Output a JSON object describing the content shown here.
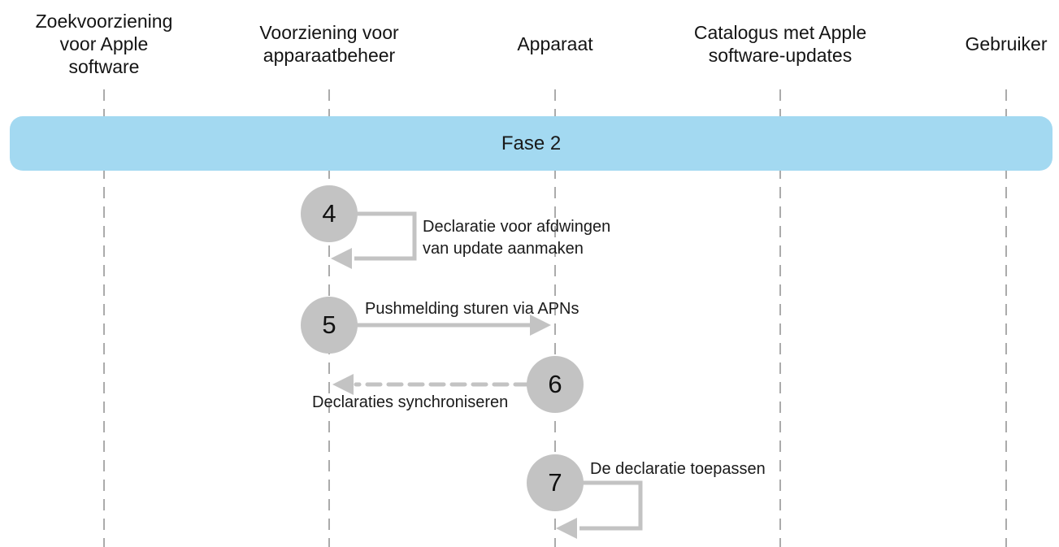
{
  "diagram": {
    "actors": [
      {
        "label": "Zoekvoorziening\nvoor Apple\nsoftware"
      },
      {
        "label": "Voorziening voor\napparaatbeheer"
      },
      {
        "label": "Apparaat"
      },
      {
        "label": "Catalogus met Apple\nsoftware-updates"
      },
      {
        "label": "Gebruiker"
      }
    ],
    "phase": {
      "label": "Fase 2"
    },
    "steps": [
      {
        "number": "4",
        "label": "Declaratie voor afdwingen\nvan update aanmaken",
        "arrow": "self-loop",
        "actor": "Voorziening voor apparaatbeheer"
      },
      {
        "number": "5",
        "label": "Pushmelding sturen via APNs",
        "arrow": "solid-right",
        "from": "Voorziening voor apparaatbeheer",
        "to": "Apparaat"
      },
      {
        "number": "6",
        "label": "Declaraties synchroniseren",
        "arrow": "dashed-left",
        "from": "Apparaat",
        "to": "Voorziening voor apparaatbeheer"
      },
      {
        "number": "7",
        "label": "De declaratie toepassen",
        "arrow": "self-loop",
        "actor": "Apparaat"
      }
    ],
    "colors": {
      "banner_blue": "#A3D9F1",
      "circle_gray": "#C3C3C3",
      "arrow_gray": "#C3C3C3",
      "lifeline_gray": "#ABABAB",
      "text": "#1A1A1A"
    }
  }
}
